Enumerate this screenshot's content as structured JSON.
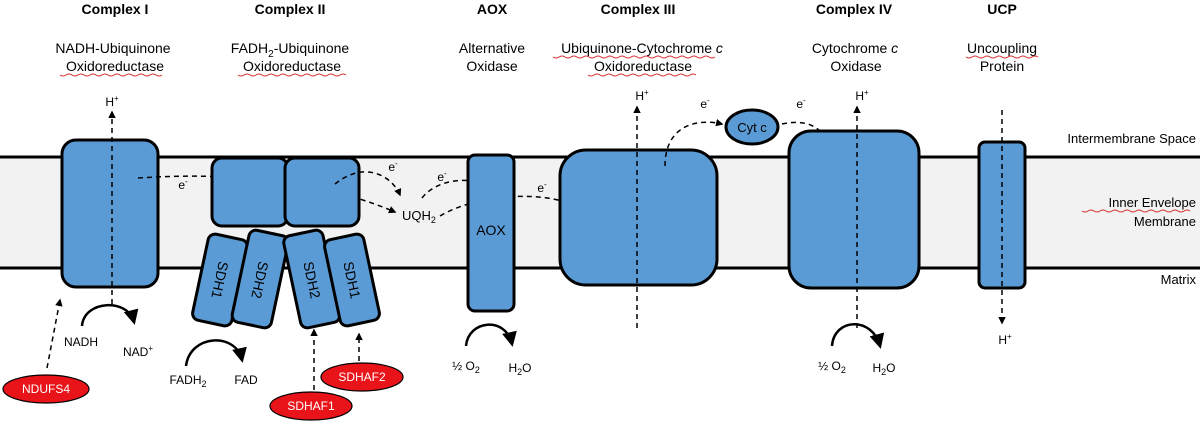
{
  "colors": {
    "complex_fill": "#5b9bd5",
    "membrane_fill": "#f2f2f2",
    "inhibitor_red": "#e8141a"
  },
  "headers": {
    "c1": "Complex I",
    "c2": "Complex II",
    "aox": "AOX",
    "c3": "Complex III",
    "c4": "Complex IV",
    "ucp": "UCP"
  },
  "subtitles": {
    "c1_l1": "NADH-Ubiquinone",
    "c1_l2": "Oxidoreductase",
    "c2_l1_a": "FADH",
    "c2_l1_sub": "2",
    "c2_l1_b": "-Ubiquinone",
    "c2_l2": "Oxidoreductase",
    "aox_l1": "Alternative",
    "aox_l2": "Oxidase",
    "c3_l1_a": "Ubiquinone-Cytochrome ",
    "c3_l1_b": "c",
    "c3_l2": "Oxidoreductase",
    "c4_l1_a": "Cytochrome ",
    "c4_l1_b": "c",
    "c4_l2": "Oxidase",
    "ucp_l1": "Uncoupling",
    "ucp_l2": "Protein"
  },
  "side_labels": {
    "ims": "Intermembrane Space",
    "inner_l1": "Inner Envelope",
    "inner_l2": "Membrane",
    "matrix": "Matrix"
  },
  "box_labels": {
    "sdh1": "SDH1",
    "sdh2": "SDH2",
    "aox": "AOX",
    "cytc": "Cyt c"
  },
  "species": {
    "hplus": "H",
    "plus": "+",
    "eminus": "e",
    "minus": "-",
    "uqh": "UQH",
    "two": "2",
    "nadh": "NADH",
    "nad": "NAD",
    "fadh": "FADH",
    "fad": "FAD",
    "half_o2": "½ O",
    "h2o_h": "H",
    "h2o_o": "O"
  },
  "inhibitors": {
    "ndufs4": "NDUFS4",
    "sdhaf1": "SDHAF1",
    "sdhaf2": "SDHAF2"
  }
}
